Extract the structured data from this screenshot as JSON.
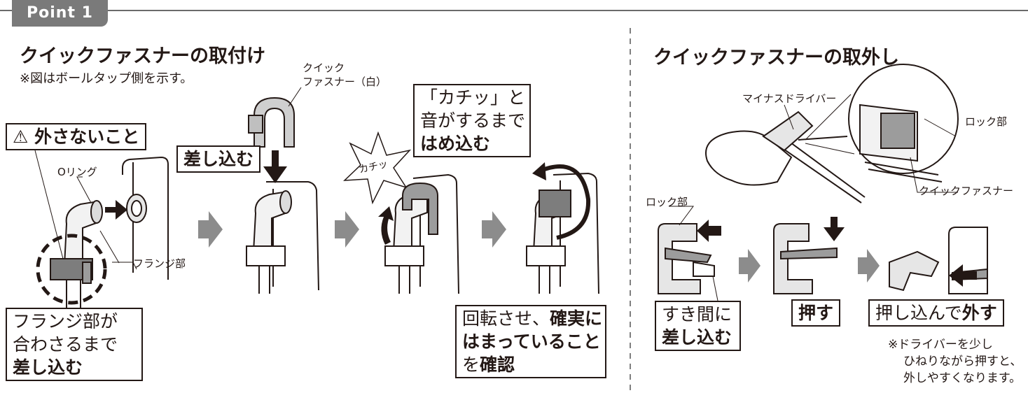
{
  "point_label": "Point 1",
  "left": {
    "title": "クイックファスナーの取付け",
    "note": "※図はボールタップ側を示す。",
    "label_qf_white_1": "クイック",
    "label_qf_white_2": "ファスナー（白）",
    "warn_box": "外さないこと",
    "label_oring": "Oリング",
    "label_flange": "フランジ部",
    "box_insert": "差し込む",
    "kachi": "カチッ",
    "box_click_1": "「カチッ」と",
    "box_click_2": "音がするまで",
    "box_click_3": "はめ込む",
    "box_flange_1": "フランジ部が",
    "box_flange_2": "合わさるまで",
    "box_flange_3": "差し込む",
    "box_rotate_1a": "回転させ、",
    "box_rotate_1b": "確実に",
    "box_rotate_2": "はまっていること",
    "box_rotate_3a": "を",
    "box_rotate_3b": "確認"
  },
  "right": {
    "title": "クイックファスナーの取外し",
    "label_driver": "マイナスドライバー",
    "label_lock_top": "ロック部",
    "label_lock_left": "ロック部",
    "label_qf": "クイックファスナー",
    "box_gap_1": "すき間に",
    "box_gap_2": "差し込む",
    "box_push": "押す",
    "box_remove_a": "押し込んで",
    "box_remove_b": "外す",
    "note_1": "※ドライバーを少し",
    "note_2": "ひねりながら押すと、",
    "note_3": "外しやすくなります。"
  },
  "colors": {
    "tag": "#7a7a7a",
    "arrow": "#8c8c8c",
    "dark": "#231815",
    "part_gray": "#bdbdbd"
  }
}
